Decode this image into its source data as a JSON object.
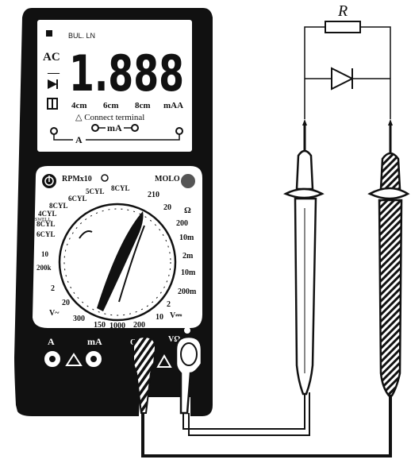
{
  "resistor": {
    "label": "R"
  },
  "display": {
    "reading": "1.888",
    "small_top_text": "BUL. LN",
    "ac_label": "AC",
    "minus_label": "—",
    "bottom_labels": [
      "4cm",
      "6cm",
      "8cm",
      "mAA"
    ],
    "connect_note": "△ Connect terminal",
    "terminal_row_a": "A",
    "terminal_row_ma": "mA"
  },
  "dial": {
    "top_left": "RPMx10",
    "top_right": "MOLO",
    "labels": [
      "6CYL",
      "5CYL",
      "8CYL",
      "4CYL",
      "8CYL",
      "6CYL",
      "8CYL",
      "SWELL",
      "210",
      "20",
      "Ω",
      "200",
      "10m",
      "2m",
      "10m",
      "200m",
      "2",
      "V⎓",
      "10",
      "200",
      "1000",
      "150",
      "300",
      "20",
      "2",
      "V~",
      "200k",
      "10"
    ]
  },
  "jacks": {
    "left": [
      "A",
      "mA"
    ],
    "com_label": "COM",
    "v_label": "VΩ"
  }
}
